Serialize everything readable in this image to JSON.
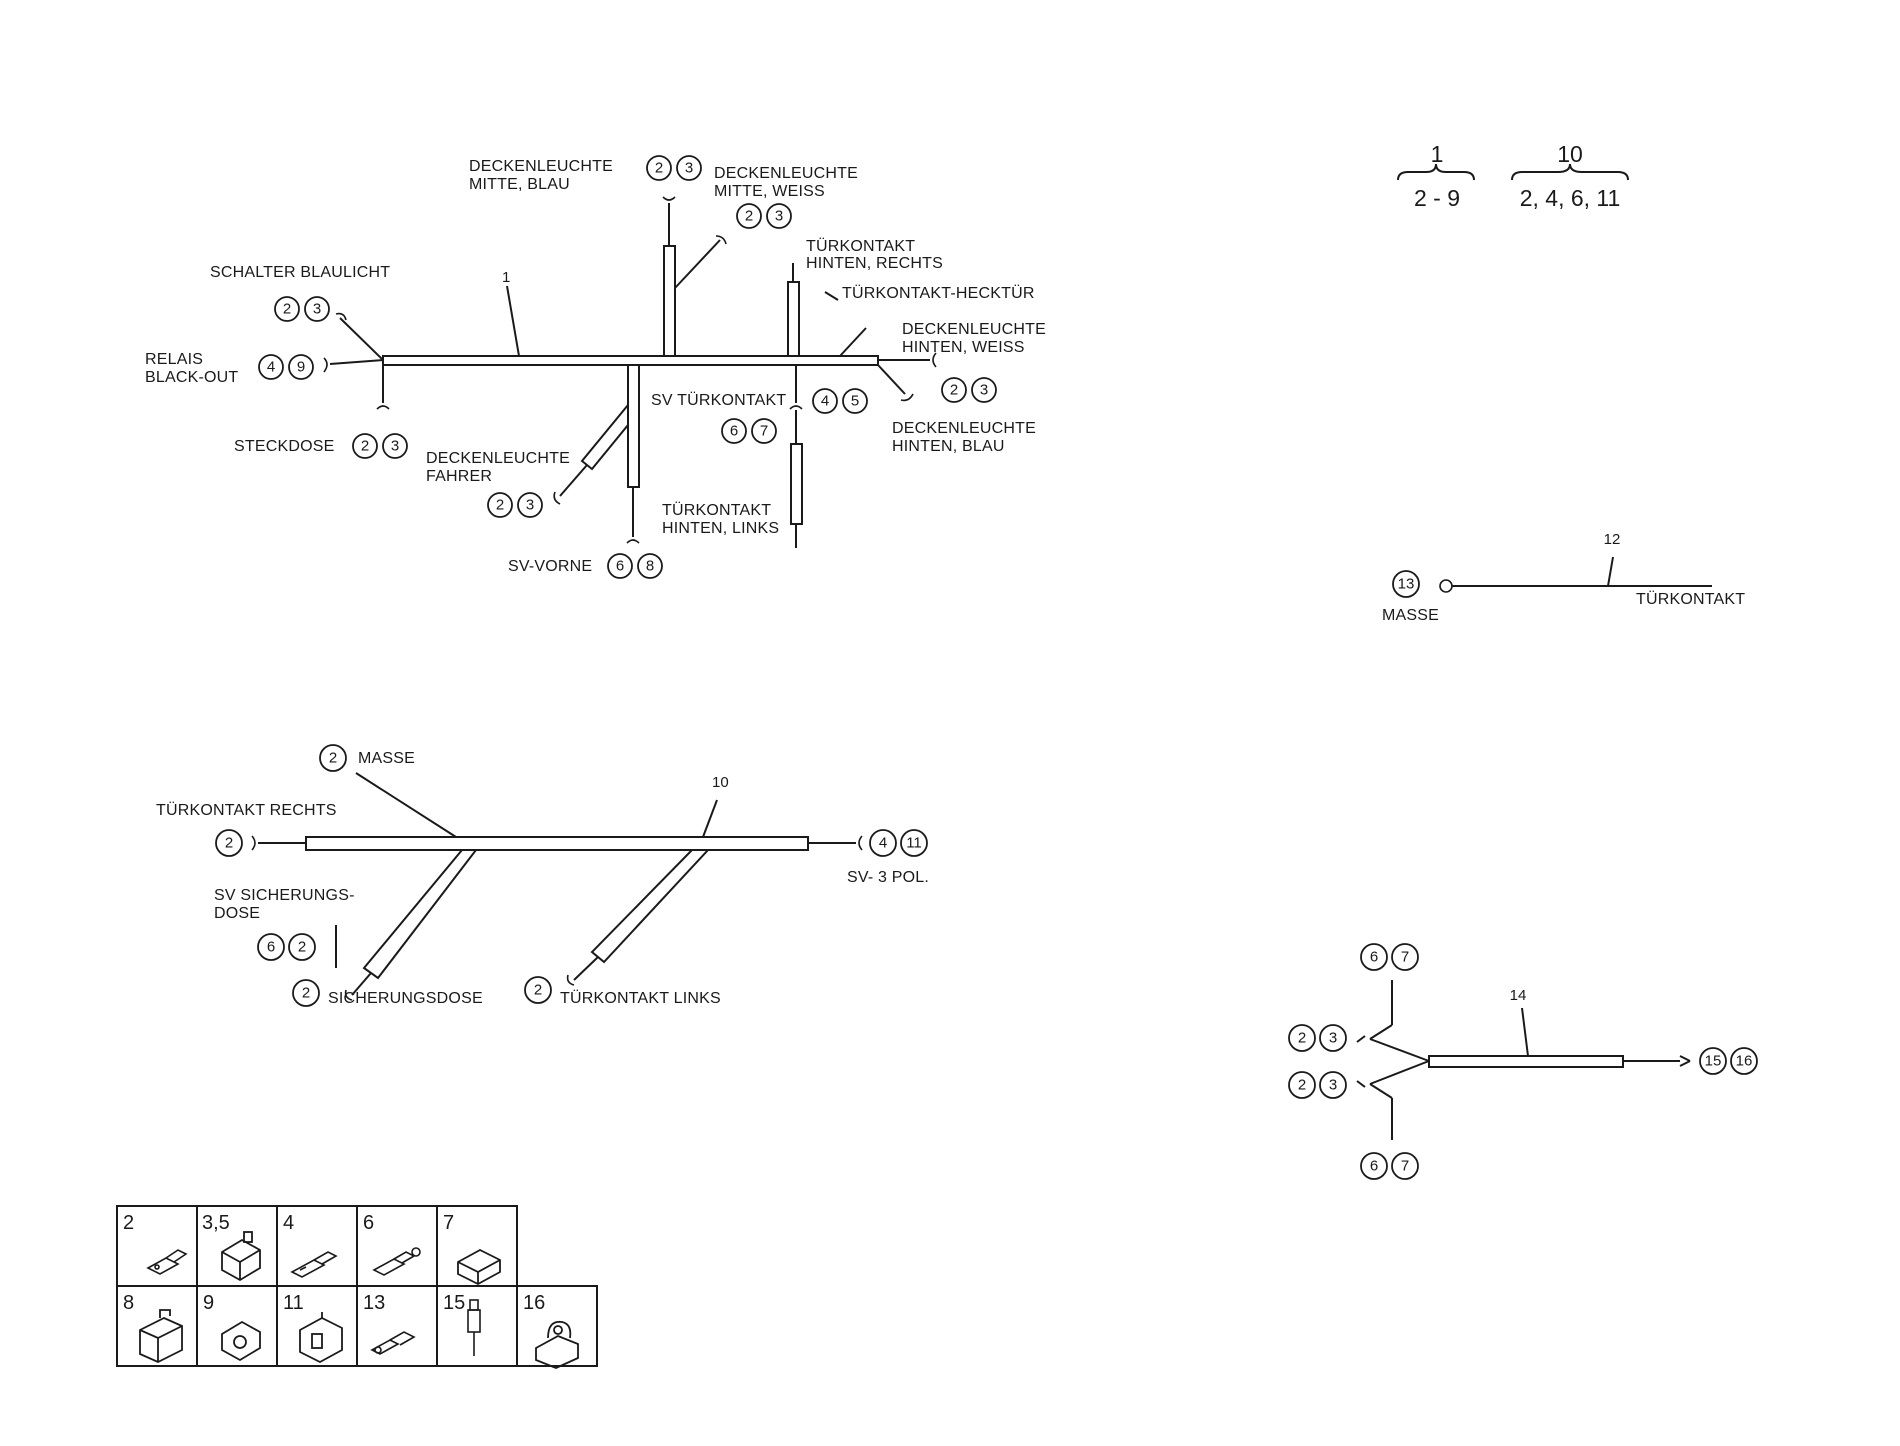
{
  "header": {
    "group_1": {
      "top": "1",
      "bottom": "2 - 9"
    },
    "group_10": {
      "top": "10",
      "bottom": "2, 4, 6, 11"
    }
  },
  "harness_1": {
    "ref": "1",
    "labels": {
      "deckenleuchte_mitte_blau": [
        "DECKENLEUCHTE",
        "MITTE, BLAU"
      ],
      "deckenleuchte_mitte_weiss": [
        "DECKENLEUCHTE",
        "MITTE, WEISS"
      ],
      "schalter_blaulicht": "SCHALTER BLAULICHT",
      "relais_black_out": [
        "RELAIS",
        "BLACK-OUT"
      ],
      "steckdose": "STECKDOSE",
      "deckenleuchte_fahrer": [
        "DECKENLEUCHTE",
        "FAHRER"
      ],
      "sv_vorne": "SV-VORNE",
      "sv_tuerkontakt": "SV TÜRKONTAKT",
      "tuerkontakt_hinten_links": [
        "TÜRKONTAKT",
        "HINTEN, LINKS"
      ],
      "tuerkontakt_hinten_rechts": [
        "TÜRKONTAKT",
        "HINTEN, RECHTS"
      ],
      "tuerkontakt_hecktuer": "TÜRKONTAKT-HECKTÜR",
      "deckenleuchte_hinten_weiss": [
        "DECKENLEUCHTE",
        "HINTEN, WEISS"
      ],
      "deckenleuchte_hinten_blau": [
        "DECKENLEUCHTE",
        "HINTEN, BLAU"
      ]
    },
    "parts": {
      "mitte": [
        "2",
        "3"
      ],
      "mitte_weiss": [
        "2",
        "3"
      ],
      "schalter": [
        "2",
        "3"
      ],
      "relais": [
        "4",
        "9"
      ],
      "steckdose": [
        "2",
        "3"
      ],
      "fahrer": [
        "2",
        "3"
      ],
      "sv_vorne": [
        "6",
        "8"
      ],
      "sv_tuer_a": [
        "4",
        "5"
      ],
      "sv_tuer_b": [
        "6",
        "7"
      ],
      "hinten": [
        "2",
        "3"
      ]
    }
  },
  "harness_10": {
    "ref": "10",
    "labels": {
      "masse": "MASSE",
      "tuerkontakt_rechts": "TÜRKONTAKT RECHTS",
      "sv_sicherungs": [
        "SV SICHERUNGS-",
        "DOSE"
      ],
      "sicherungsdose": "SICHERUNGSDOSE",
      "tuerkontakt_links": "TÜRKONTAKT LINKS",
      "sv_3pol": "SV- 3 POL."
    },
    "parts": {
      "masse": "2",
      "rechts": "2",
      "sv_sich": [
        "6",
        "2"
      ],
      "sicherungsdose": "2",
      "links": "2",
      "sv_3pol": [
        "4",
        "11"
      ]
    }
  },
  "harness_12": {
    "ref": "12",
    "labels": {
      "masse": "MASSE",
      "tuerkontakt": "TÜRKONTAKT"
    },
    "parts": {
      "masse": "13"
    }
  },
  "harness_14": {
    "ref": "14",
    "parts": {
      "top": [
        "6",
        "7"
      ],
      "upper": [
        "2",
        "3"
      ],
      "lower": [
        "2",
        "3"
      ],
      "bottom": [
        "6",
        "7"
      ],
      "right": [
        "15",
        "16"
      ]
    }
  },
  "parts_table": {
    "row1": [
      "2",
      "3,5",
      "4",
      "6",
      "7"
    ],
    "row2": [
      "8",
      "9",
      "11",
      "13",
      "15",
      "16"
    ]
  }
}
